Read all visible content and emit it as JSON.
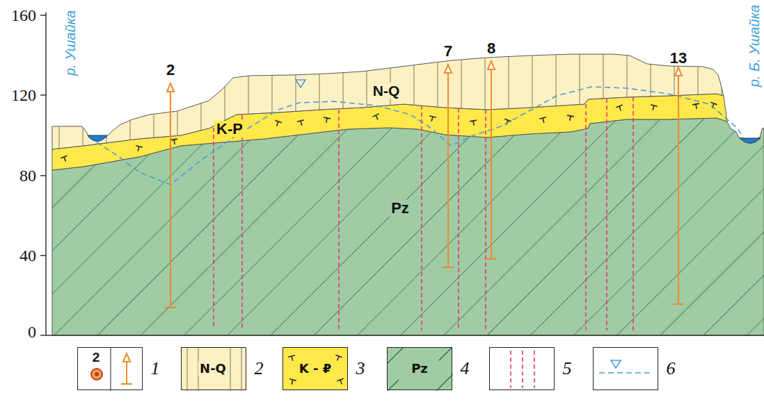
{
  "diagram": {
    "nodes": [
      {
        "text": [
          "N-Q"
        ]
      },
      {
        "text": [
          "K-P"
        ]
      },
      {
        "text": [
          "Pz"
        ]
      }
    ],
    "labels": [
      "160",
      "120",
      "80",
      "40",
      "0",
      "р. Ушайка",
      "р. Б. Ушайка",
      "2",
      "7",
      "8",
      "13",
      "2",
      "N-Q",
      "K - ₽",
      "Pz"
    ],
    "legend": [
      {
        "text": "1"
      },
      {
        "text": "2",
        "color": "#fdf1c4"
      },
      {
        "text": "3",
        "color": "#ffe84a"
      },
      {
        "text": "4",
        "color": "#9fcca3"
      },
      {
        "text": "5"
      },
      {
        "text": "6"
      }
    ]
  }
}
